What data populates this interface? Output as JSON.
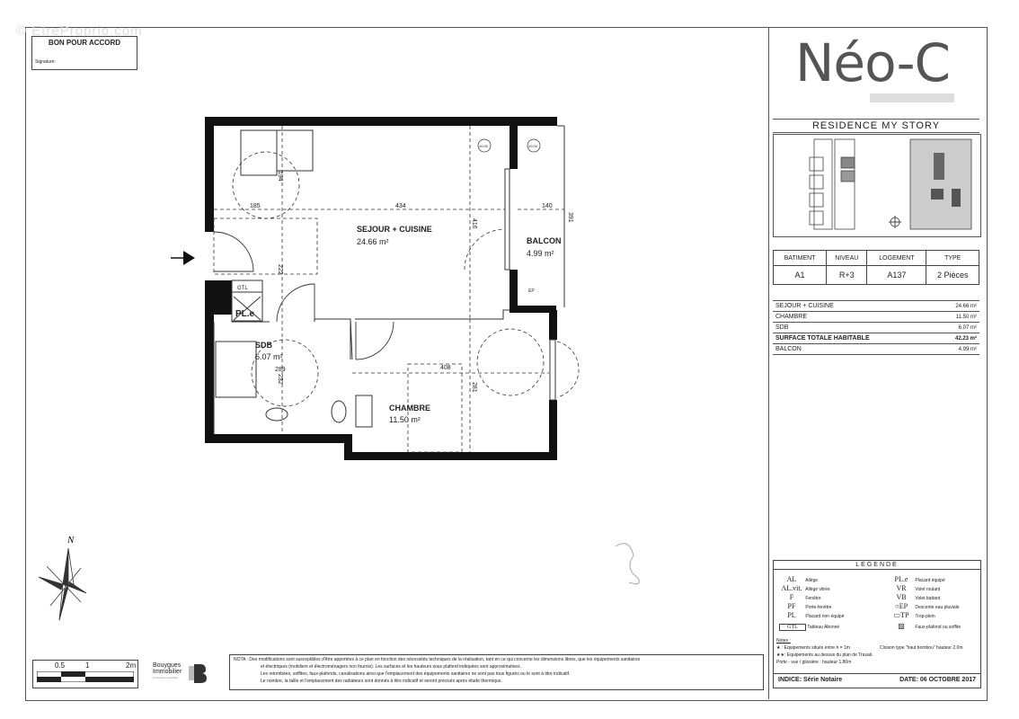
{
  "watermark": "© EtreProprio.com",
  "approval": {
    "title": "BON POUR ACCORD",
    "signature_label": "Signature:"
  },
  "logo": {
    "text": "Néo-C"
  },
  "residence": "RESIDENCE  MY STORY",
  "info_table": {
    "headers": [
      "BATIMENT",
      "NIVEAU",
      "LOGEMENT",
      "TYPE"
    ],
    "values": [
      "A1",
      "R+3",
      "A137",
      "2 Pièces"
    ]
  },
  "areas": [
    {
      "label": "SEJOUR + CUISINE",
      "value": "24.66 m²"
    },
    {
      "label": "CHAMBRE",
      "value": "11.50 m²"
    },
    {
      "label": "SDB",
      "value": "6.07 m²"
    },
    {
      "label": "SURFACE TOTALE HABITABLE",
      "value": "42.23 m²"
    },
    {
      "label": "BALCON",
      "value": "4.99 m²"
    }
  ],
  "plan": {
    "rooms": [
      {
        "name": "SEJOUR + CUISINE",
        "area": "24.66 m²"
      },
      {
        "name": "BALCON",
        "area": "4.99 m²"
      },
      {
        "name": "SDB",
        "area": "6.07 m²"
      },
      {
        "name": "CHAMBRE",
        "area": "11.50 m²"
      }
    ],
    "dimensions": [
      "434",
      "185",
      "194",
      "140",
      "391",
      "416",
      "222",
      "408",
      "281",
      "232",
      "289"
    ],
    "labels": {
      "gtl": "GTL",
      "ple": "PL.e",
      "level": "±0.00",
      "ep": "EP"
    }
  },
  "legend": {
    "title": "LEGENDE",
    "items_left": [
      {
        "code": "AL",
        "desc": "Allège"
      },
      {
        "code": "AL.vit.",
        "desc": "Allège vitrée"
      },
      {
        "code": "F",
        "desc": "Fenêtre"
      },
      {
        "code": "PF",
        "desc": "Porte-fenêtre"
      },
      {
        "code": "PL",
        "desc": "Placard non équipé"
      },
      {
        "code": "GTL",
        "desc": "Tableau Abonné"
      }
    ],
    "items_right": [
      {
        "code": "PL.e",
        "desc": "Placard équipé"
      },
      {
        "code": "VR",
        "desc": "Volet roulant"
      },
      {
        "code": "VB",
        "desc": "Volet battant"
      },
      {
        "code": "○EP",
        "desc": "Descente eau pluviale"
      },
      {
        "code": "▭TP",
        "desc": "Trop-plein"
      },
      {
        "code": "▨",
        "desc": "Faux-plafond ou soffite"
      }
    ],
    "notes_title": "Notes :",
    "notes": [
      "★ : Equipements situés entre  h = 1m",
      "★★: Equipements au dessus du plan de Travail.",
      "Porte - vue / glissière : hauteur  1.80m"
    ],
    "note_right": "Cloison type \"haut bombou\" hauteur  2.0m"
  },
  "footer": {
    "indice": "INDICE:  Série Notaire",
    "date": "DATE:  06 OCTOBRE 2017"
  },
  "nota": {
    "label": "NOTA :",
    "lines": [
      "Des modifications sont susceptibles d'être apportées à ce plan en fonction des nécessités techniques de la réalisation, tant en ce qui concerne les dimensions libres, que les équipements sanitaires",
      "et électriques (mobiliers et électroménagers non fournis).  Les surfaces et les hauteurs sous plafond indiquées sont approximatives.",
      "Les retombées, soffites, faux-plafonds, canalisations ainsi que l'emplacement des équipements sanitaires ne sont pas tous figurés ou le sont à titre indicatif.",
      "Le nombre, la taille et l'emplacement des radiateurs sont donnés à titre indicatif et seront précisés après étude thermique."
    ]
  },
  "scale": {
    "ticks": [
      "0.5",
      "1",
      "2m"
    ]
  },
  "brand": {
    "name": "Bouygues Immobilier",
    "tagline": "Construire ensemble"
  },
  "compass": {
    "north": "N"
  }
}
